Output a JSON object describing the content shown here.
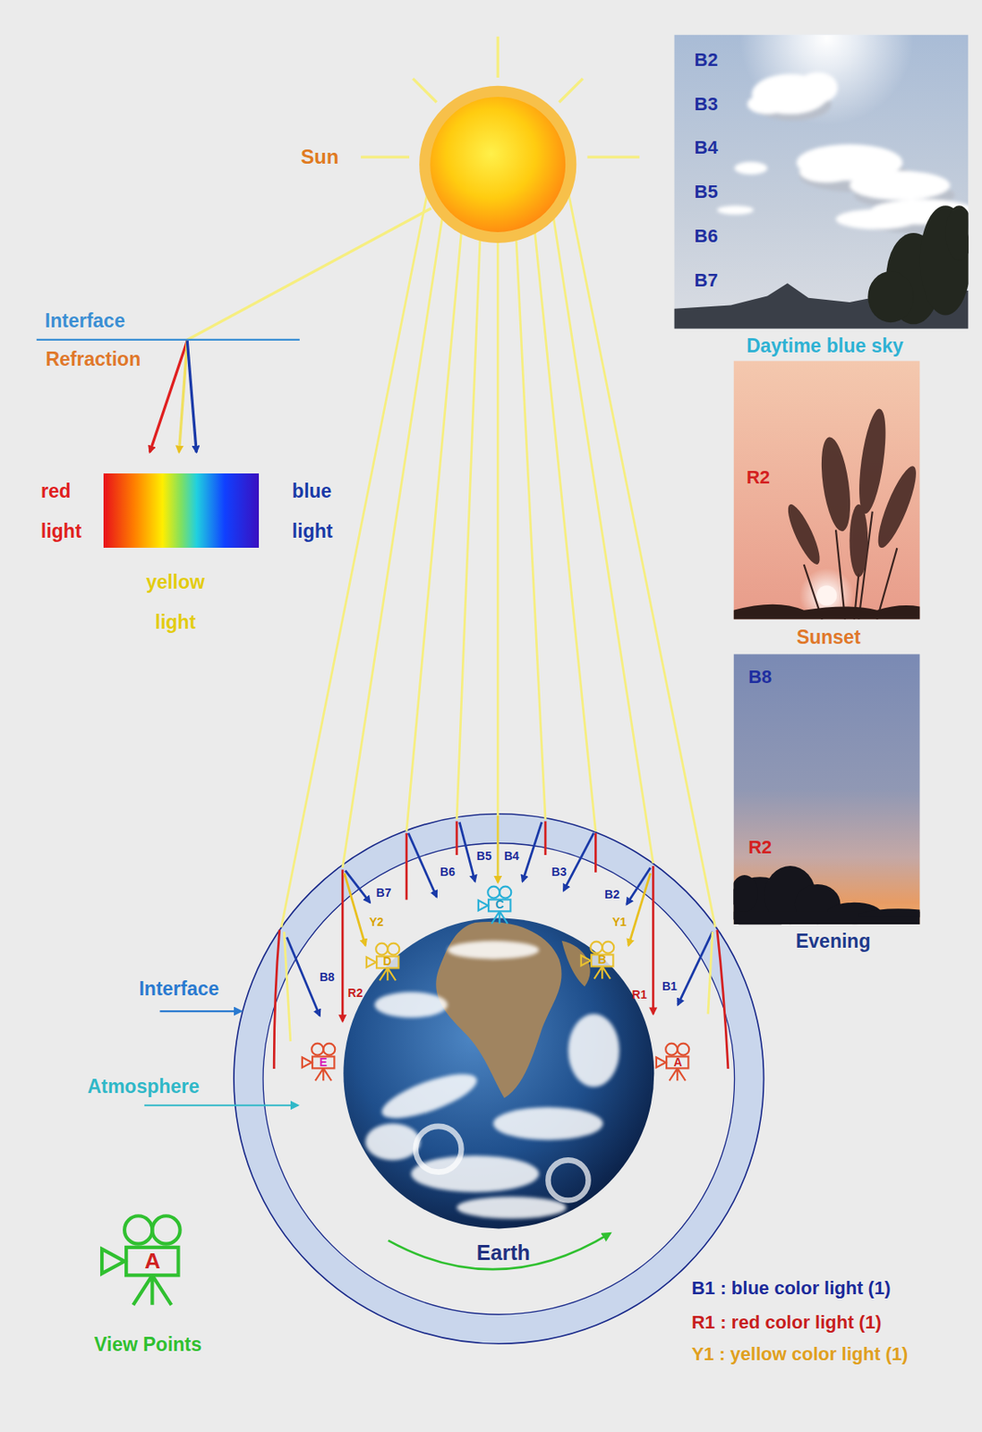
{
  "diagram": {
    "nodes": [
      {
        "text": [
          "Sun"
        ]
      },
      {
        "text": [
          "B2",
          "B3",
          "B4",
          "B5",
          "B6",
          "B7",
          "Daytime blue sky"
        ]
      },
      {
        "text": [
          "red light",
          "blue light",
          "yellow light"
        ]
      },
      {
        "text": [
          "R2",
          "Sunset"
        ]
      },
      {
        "text": [
          "B8",
          "R2",
          "Evening"
        ]
      },
      {
        "text": [
          "B5",
          "B4",
          "B3",
          "B6",
          "B2",
          "B7",
          "Y2",
          "Y1",
          "B8",
          "R2",
          "R1",
          "B1",
          "Earth"
        ]
      },
      {
        "text": [
          "C"
        ],
        "in": 5
      },
      {
        "text": [
          "D"
        ],
        "in": 5
      },
      {
        "text": [
          "B"
        ],
        "in": 5
      },
      {
        "text": [
          "E"
        ],
        "in": 5
      },
      {
        "text": [
          "A"
        ],
        "in": 5
      },
      {
        "text": [
          "A",
          "View Points"
        ]
      }
    ],
    "labels": [
      "Interface",
      "Refraction",
      "Interface",
      "Atmosphere",
      "B1 : blue color light (1)",
      "R1 : red color light (1)",
      "Y1 : yellow color light (1)"
    ]
  }
}
